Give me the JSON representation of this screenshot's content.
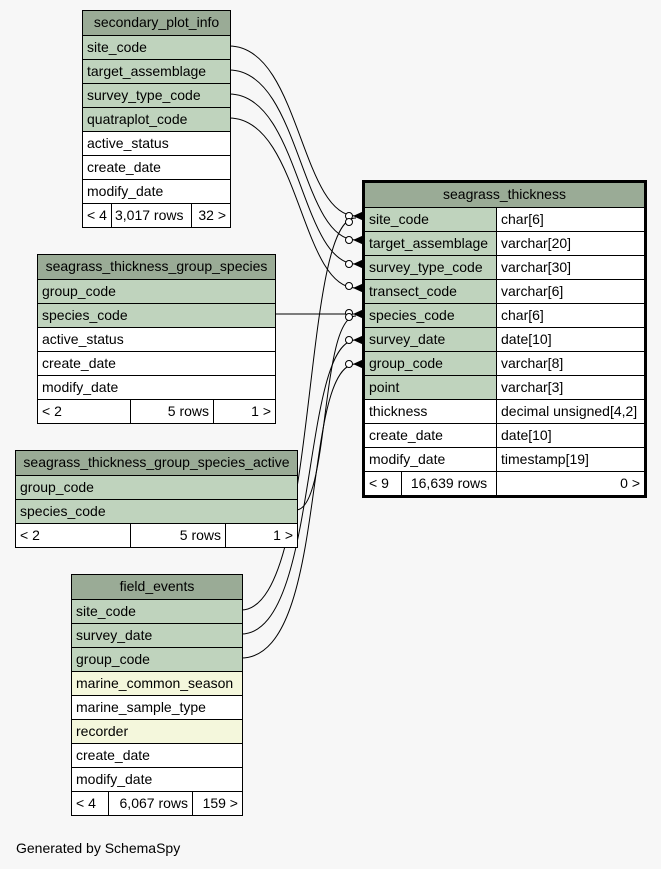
{
  "tables": {
    "secondary_plot_info": {
      "title": "secondary_plot_info",
      "columns": [
        "site_code",
        "target_assemblage",
        "survey_type_code",
        "quatraplot_code",
        "active_status",
        "create_date",
        "modify_date"
      ],
      "footer": {
        "parents": "< 4",
        "rows": "3,017 rows",
        "children": "32 >"
      }
    },
    "seagrass_thickness_group_species": {
      "title": "seagrass_thickness_group_species",
      "columns": [
        "group_code",
        "species_code",
        "active_status",
        "create_date",
        "modify_date"
      ],
      "footer": {
        "parents": "< 2",
        "rows": "5 rows",
        "children": "1 >"
      }
    },
    "seagrass_thickness_group_species_active": {
      "title": "seagrass_thickness_group_species_active",
      "columns": [
        "group_code",
        "species_code"
      ],
      "footer": {
        "parents": "< 2",
        "rows": "5 rows",
        "children": "1 >"
      }
    },
    "field_events": {
      "title": "field_events",
      "columns": [
        "site_code",
        "survey_date",
        "group_code",
        "marine_common_season",
        "marine_sample_type",
        "recorder",
        "create_date",
        "modify_date"
      ],
      "footer": {
        "parents": "< 4",
        "rows": "6,067 rows",
        "children": "159 >"
      }
    },
    "seagrass_thickness": {
      "title": "seagrass_thickness",
      "columns": [
        {
          "name": "site_code",
          "type": "char[6]"
        },
        {
          "name": "target_assemblage",
          "type": "varchar[20]"
        },
        {
          "name": "survey_type_code",
          "type": "varchar[30]"
        },
        {
          "name": "transect_code",
          "type": "varchar[6]"
        },
        {
          "name": "species_code",
          "type": "char[6]"
        },
        {
          "name": "survey_date",
          "type": "date[10]"
        },
        {
          "name": "group_code",
          "type": "varchar[8]"
        },
        {
          "name": "point",
          "type": "varchar[3]"
        },
        {
          "name": "thickness",
          "type": "decimal unsigned[4,2]"
        },
        {
          "name": "create_date",
          "type": "date[10]"
        },
        {
          "name": "modify_date",
          "type": "timestamp[19]"
        }
      ],
      "footer": {
        "parents": "< 9",
        "rows": "16,639 rows",
        "children": "0 >"
      }
    }
  },
  "colors": {
    "header": "#9aab96",
    "key_column": "#bfd3bd",
    "highlight_column": "#f4f7dc",
    "background": "#f7f7f7"
  },
  "footer_text": "Generated by SchemaSpy"
}
